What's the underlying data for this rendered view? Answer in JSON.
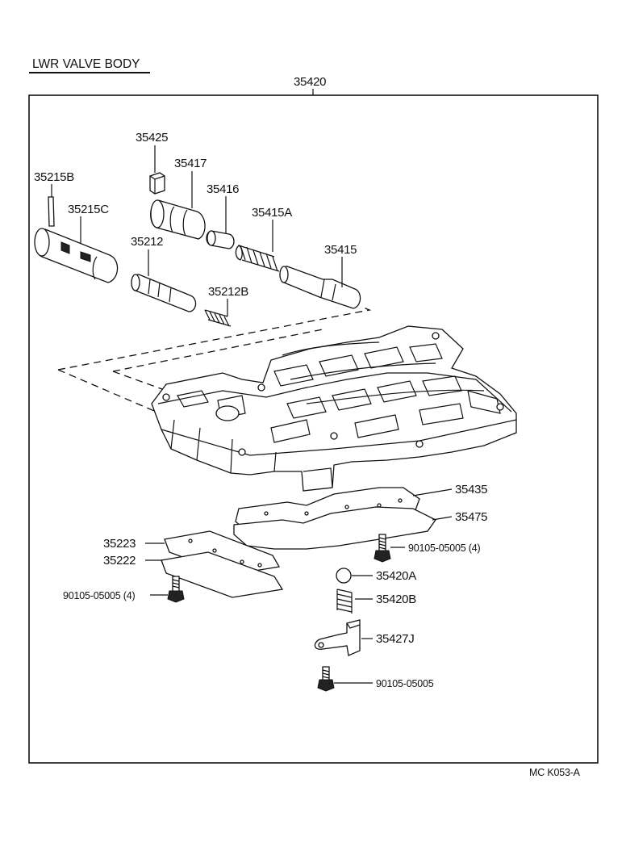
{
  "title": "LWR  VALVE  BODY",
  "assembly_number": "35420",
  "figure_code": "MC  K053-A",
  "labels": {
    "p35425": "35425",
    "p35417": "35417",
    "p35215B": "35215B",
    "p35416": "35416",
    "p35215C": "35215C",
    "p35415A": "35415A",
    "p35212": "35212",
    "p35415": "35415",
    "p35212B": "35212B",
    "p35435": "35435",
    "p35475": "35475",
    "p35223": "35223",
    "p35222": "35222",
    "p90105a": "90105-05005 (4)",
    "p90105b": "90105-05005 (4)",
    "p35420A": "35420A",
    "p35420B": "35420B",
    "p35427J": "35427J",
    "p90105c": "90105-05005"
  }
}
